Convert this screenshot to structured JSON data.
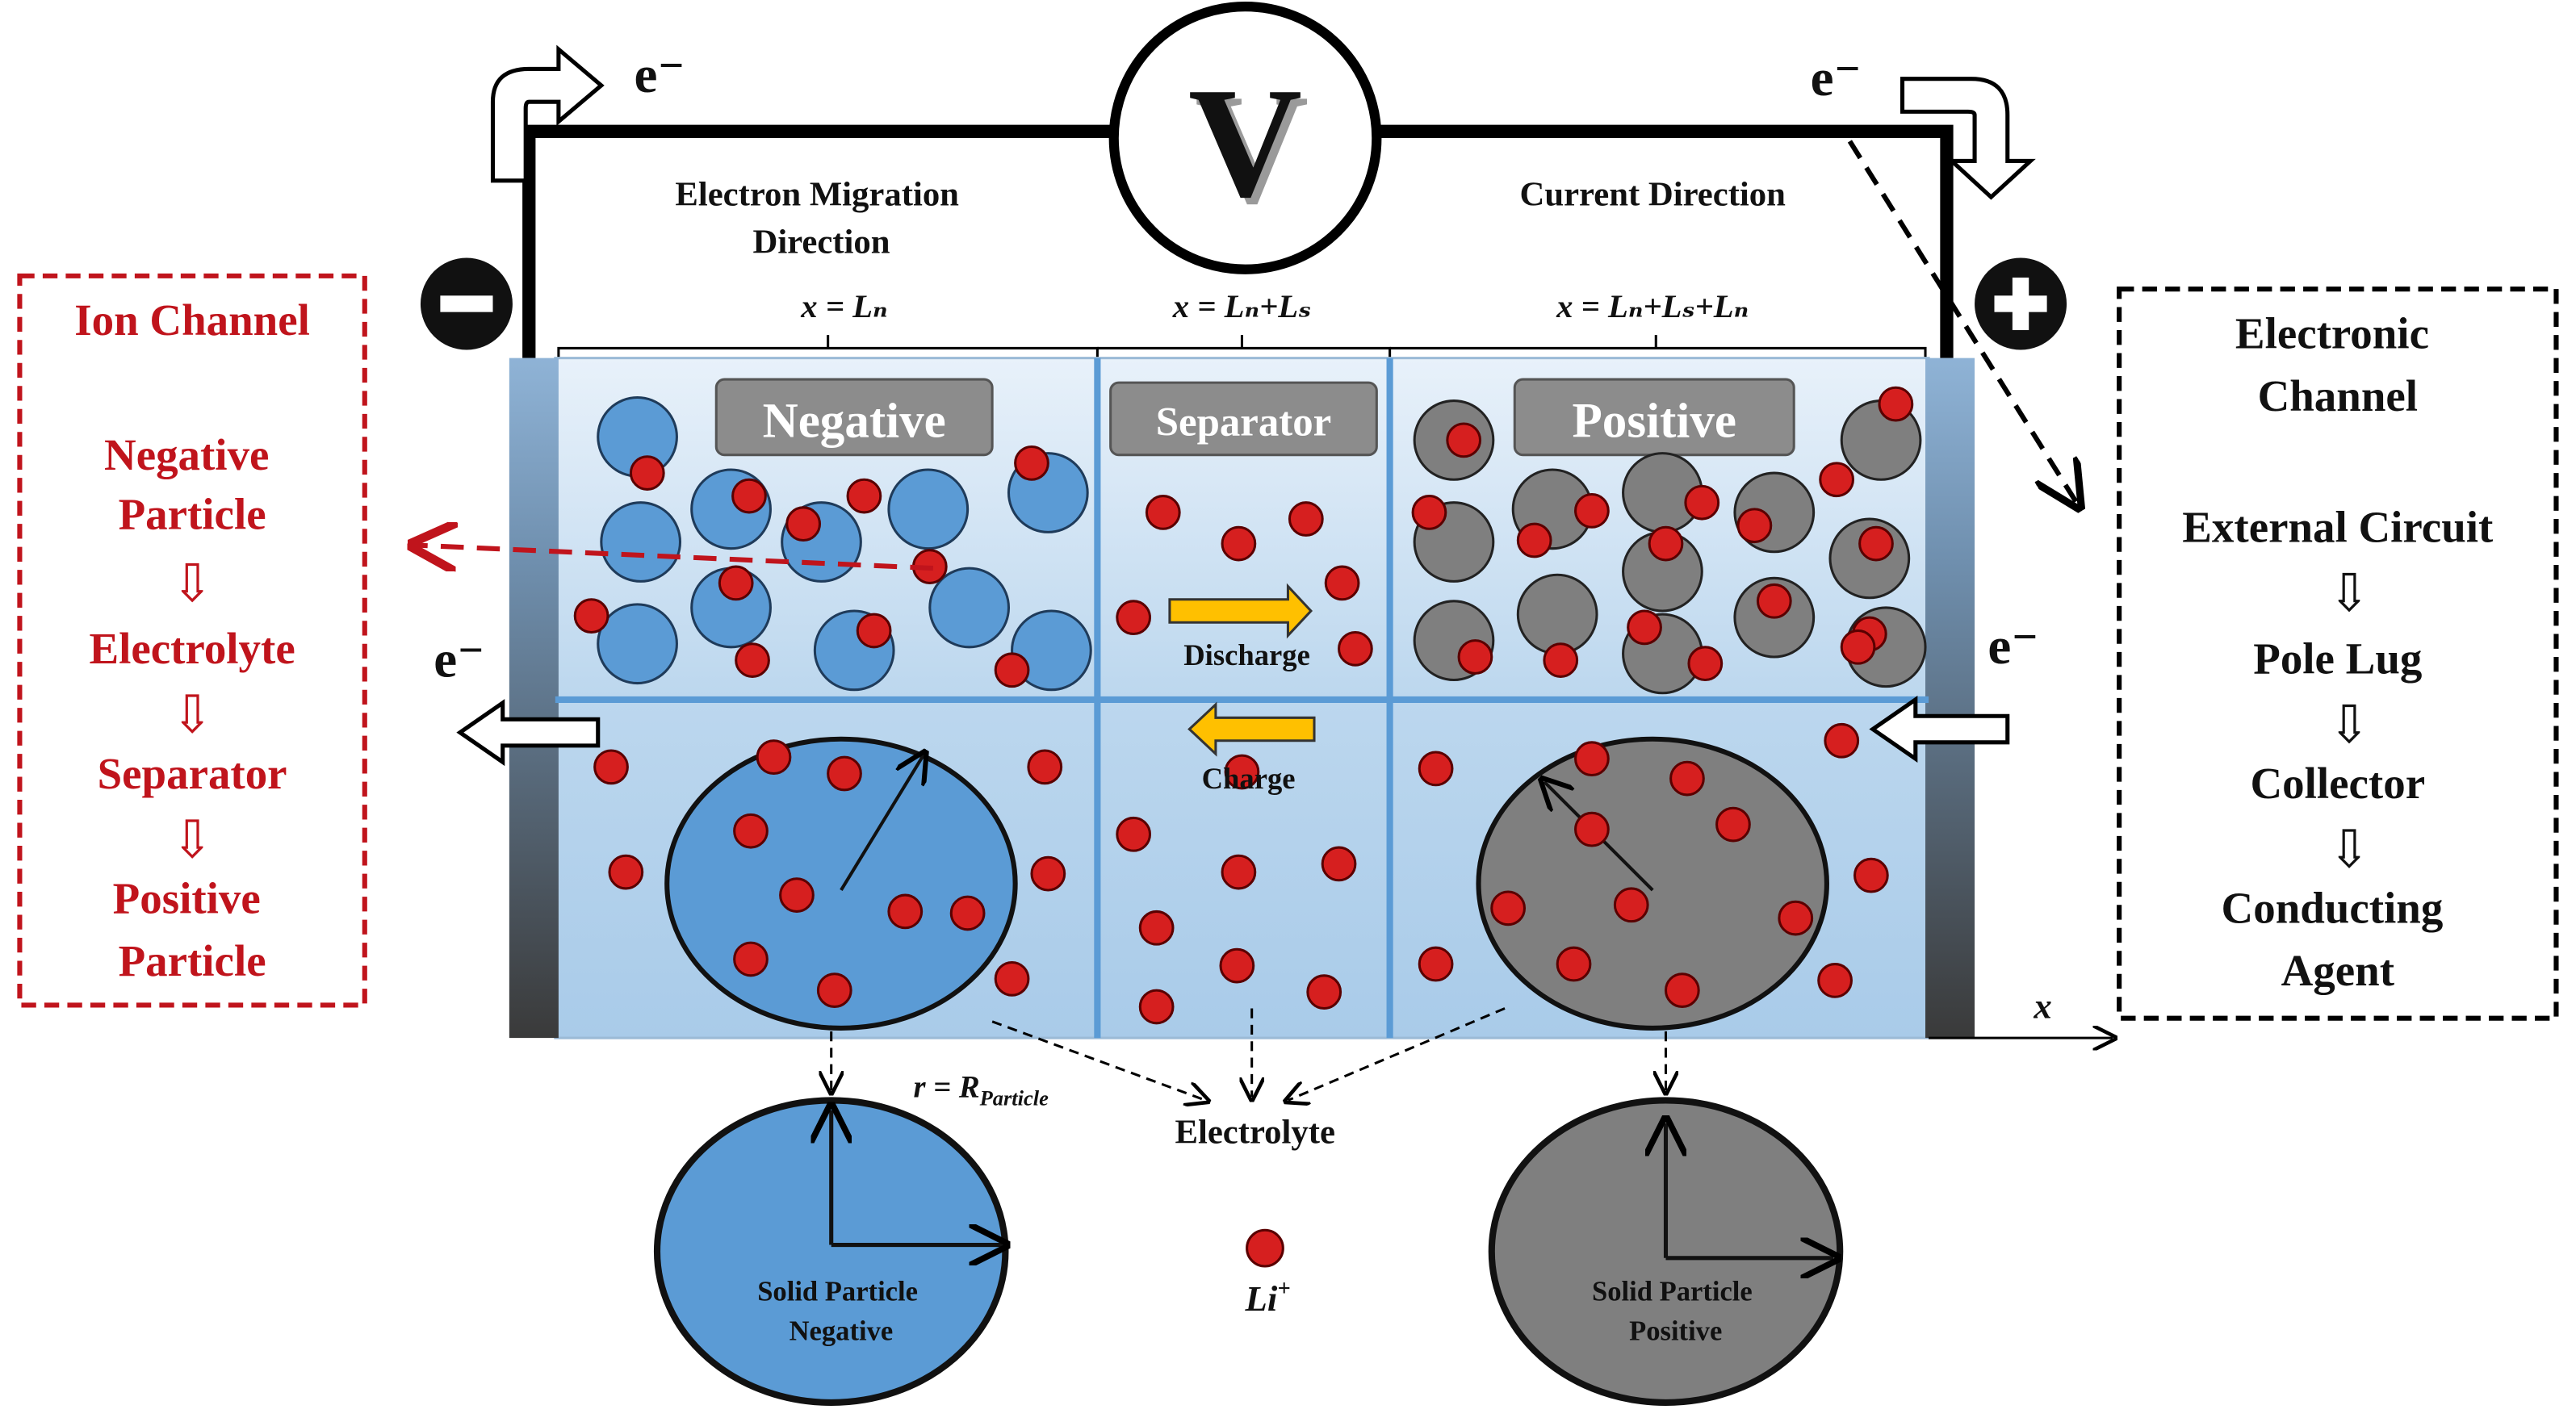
{
  "circuit": {
    "voltmeter_symbol": "V",
    "electron_label_left": "e⁻",
    "electron_label_right": "e⁻",
    "electron_label_mid_left": "e⁻",
    "electron_label_mid_right": "e⁻",
    "left_caption_line1": "Electron Migration",
    "left_caption_line2": "Direction",
    "right_caption": "Current Direction"
  },
  "boundaries": {
    "b1": "x = Lₙ",
    "b2": "x = Lₙ+Lₛ",
    "b3": "x = Lₙ+Lₛ+Lₙ"
  },
  "regions": {
    "negative": "Negative",
    "separator": "Separator",
    "positive": "Positive"
  },
  "flow": {
    "discharge": "Discharge",
    "charge": "Charge"
  },
  "ion_channel": {
    "title": "Ion Channel",
    "steps": [
      [
        "Negative",
        "Particle"
      ],
      [
        "Electrolyte"
      ],
      [
        "Separator"
      ],
      [
        "Positive",
        "Particle"
      ]
    ],
    "color": "#c0141c"
  },
  "electronic_channel": {
    "title_line1": "Electronic",
    "title_line2": "Channel",
    "steps": [
      [
        "External Circuit"
      ],
      [
        "Pole Lug"
      ],
      [
        "Collector"
      ],
      [
        "Conducting",
        "Agent"
      ]
    ]
  },
  "axis_label": "x",
  "radius_label": "r = R",
  "radius_subscript": "Particle",
  "electrolyte_label": "Electrolyte",
  "solid_negative": [
    "Solid Particle",
    "Negative"
  ],
  "solid_positive": [
    "Solid Particle",
    "Positive"
  ],
  "li_label": "Li",
  "li_sup": "+",
  "colors": {
    "negative_particle": "#5b9bd5",
    "positive_particle": "#7f7f7f",
    "li_ion": "#d61f1f",
    "electrolyte": "#bcd7ee",
    "divider": "#5b9bd5",
    "label_box": "#8c8c8c",
    "arrow_yellow": "#ffc000"
  }
}
